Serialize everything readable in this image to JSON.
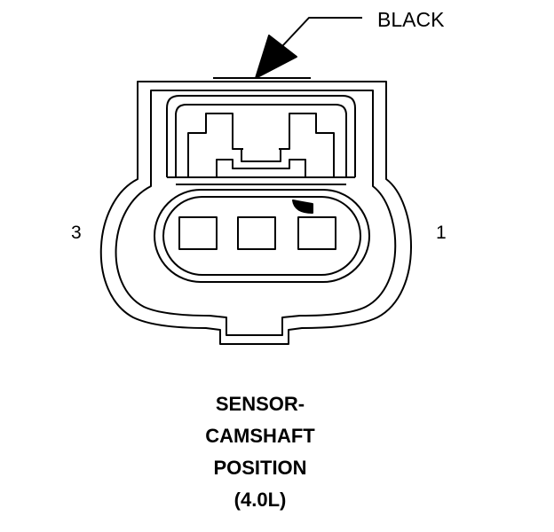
{
  "connector": {
    "color_label": "BLACK",
    "pin_left": "3",
    "pin_right": "1",
    "caption_lines": [
      "SENSOR-",
      "CAMSHAFT",
      "POSITION",
      "(4.0L)"
    ]
  },
  "colors": {
    "ink": "#000000",
    "background": "#ffffff"
  }
}
